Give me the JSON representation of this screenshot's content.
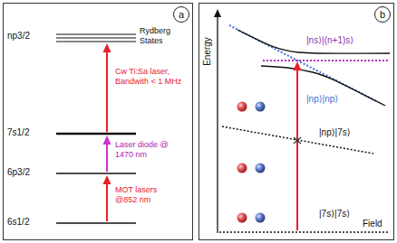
{
  "diagram": {
    "nodes": [
      {
        "text": [
          "a"
        ]
      },
      {
        "text": [
          "b"
        ]
      }
    ],
    "labels": [
      "np3/2",
      "Rydberg States",
      "Cw Ti:Sa laser, Bandwith < 1 MHz",
      "7s1/2",
      "Laser diode @ 1470 nm",
      "6p3/2",
      "MOT lasers @852 nm",
      "6s1/2",
      "Energy",
      "|ns⟩|(n+1)s⟩",
      "|np⟩|np⟩",
      "|np⟩|7s⟩",
      "|7s⟩|7s⟩",
      "Field"
    ]
  }
}
